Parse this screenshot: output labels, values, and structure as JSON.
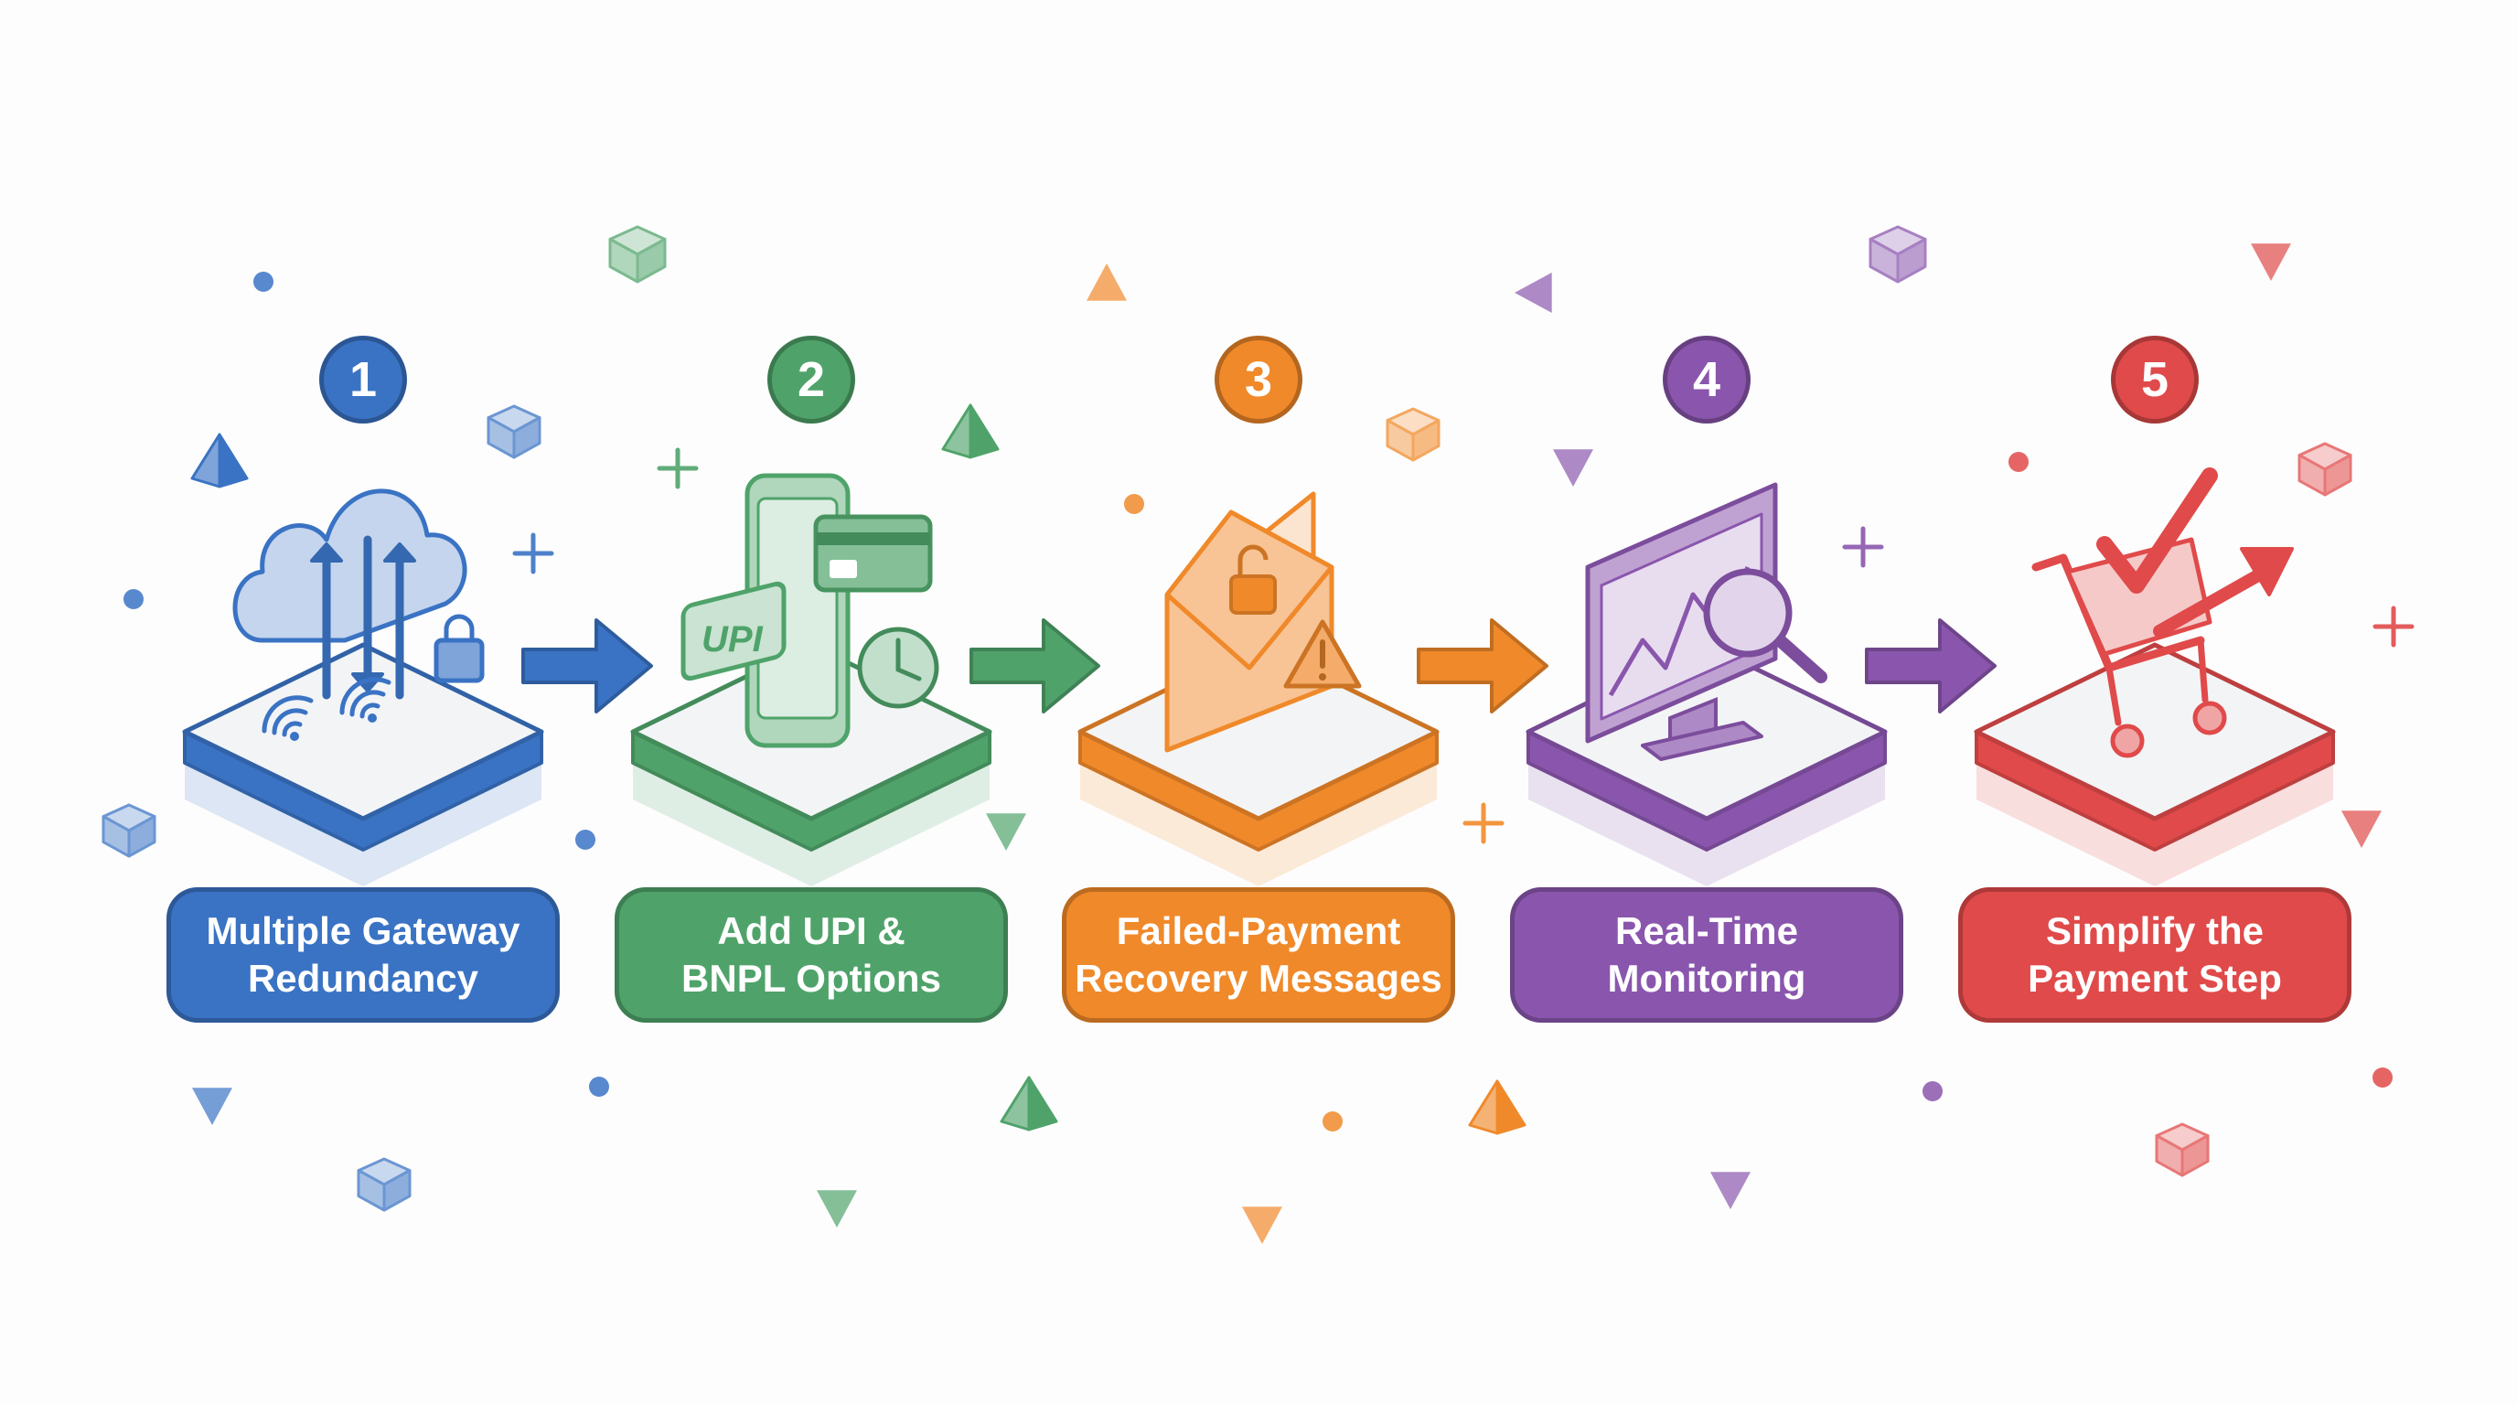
{
  "palette": {
    "blue": "#3a73c4",
    "green": "#4fa36a",
    "orange": "#f0892a",
    "purple": "#8a56ad",
    "red": "#e04a4a"
  },
  "steps": [
    {
      "number": "1",
      "label_line1": "Multiple Gateway",
      "label_line2": "Redundancy",
      "color": "#3a73c4",
      "icon": "cloud-gateway-icon"
    },
    {
      "number": "2",
      "label_line1": "Add UPI &",
      "label_line2": "BNPL Options",
      "color": "#4fa36a",
      "icon": "phone-upi-card-icon"
    },
    {
      "number": "3",
      "label_line1": "Failed-Payment",
      "label_line2": "Recovery Messages",
      "color": "#f0892a",
      "icon": "envelope-unlock-icon"
    },
    {
      "number": "4",
      "label_line1": "Real-Time",
      "label_line2": "Monitoring",
      "color": "#8a56ad",
      "icon": "monitor-magnifier-icon"
    },
    {
      "number": "5",
      "label_line1": "Simplify the",
      "label_line2": "Payment Step",
      "color": "#e04a4a",
      "icon": "cart-checkmark-icon"
    }
  ],
  "upi_text": "UPI",
  "arrow_icon": "right-arrow-icon"
}
